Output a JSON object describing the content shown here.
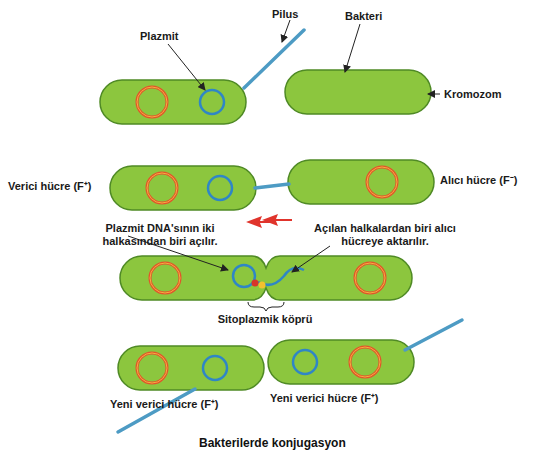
{
  "diagram": {
    "caption": "Bakterilerde konjugasyon",
    "labels": [
      "Pilus",
      "Plazmit",
      "Bakteri",
      "Kromozom",
      "Verici hücre (F⁺)",
      "Alıcı hücre (F⁻)",
      "Plazmit DNA'sının iki halkasından biri açılır.",
      "Açılan halkalardan biri alıcı hücreye aktarılır.",
      "Sitoplazmik köprü",
      "Yeni verici hücre (F⁺)",
      "Yeni verici hücre (F⁺)"
    ]
  }
}
